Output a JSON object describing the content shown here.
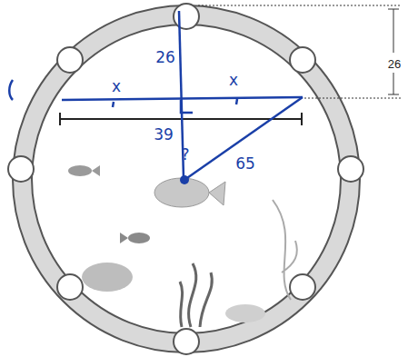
{
  "diagram": {
    "labels": [
      "26",
      "26",
      "x",
      "x",
      "39",
      "?",
      "65"
    ]
  }
}
